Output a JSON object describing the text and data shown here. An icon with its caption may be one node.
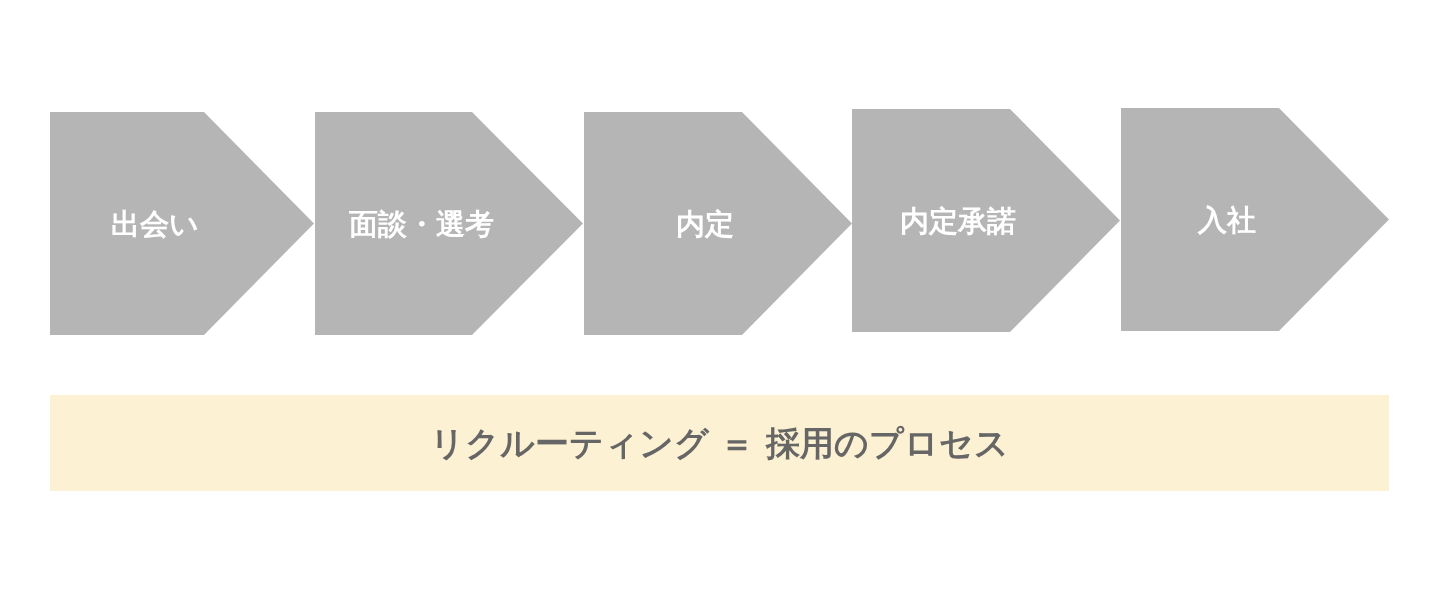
{
  "diagram": {
    "nodes": [
      {
        "text": [
          "出会い"
        ]
      },
      {
        "text": [
          "面談・選考"
        ]
      },
      {
        "text": [
          "内定"
        ]
      },
      {
        "text": [
          "内定承諾"
        ]
      },
      {
        "text": [
          "入社"
        ]
      },
      {
        "text": [
          "リクルーティング ＝ 採用のプロセス"
        ]
      }
    ]
  }
}
